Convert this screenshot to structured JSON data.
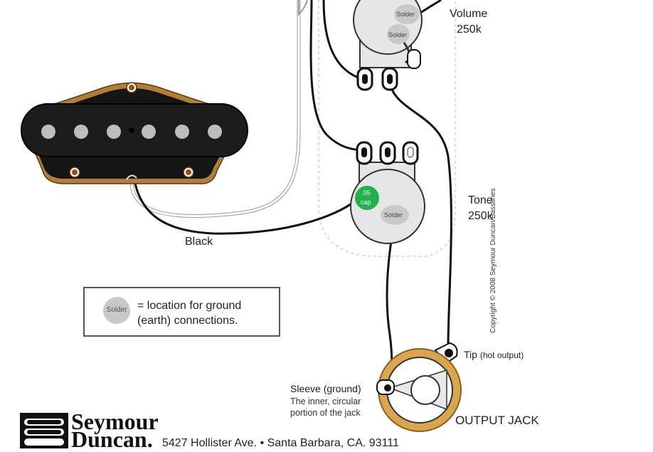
{
  "labels": {
    "volume": "Volume",
    "volume_value": "250k",
    "tone": "Tone",
    "tone_value": "250k",
    "black_wire": "Black",
    "cap": ".05\ncap",
    "cap_line1": ".05",
    "cap_line2": "cap",
    "solder": "Solder",
    "tip": "Tip",
    "tip_note": "(hot output)",
    "sleeve": "Sleeve (ground)",
    "sleeve_note_line1": "The inner, circular",
    "sleeve_note_line2": "portion of the jack",
    "output_jack": "OUTPUT JACK"
  },
  "legend": {
    "blob_text": "Solder",
    "line1": "= location for ground",
    "line2": "(earth) connections."
  },
  "footer": {
    "brand_line1": "Seymour",
    "brand_line2": "Duncan.",
    "address": "5427 Hollister Ave. • Santa Barbara, CA. 93111",
    "copyright": "Copyright © 2008 Seymour Duncan/Basslines"
  },
  "colors": {
    "wire": "#111111",
    "pickup_body": "#1c1c1c",
    "pickup_plate": "#b07d3a",
    "pot_body": "#e6e6e6",
    "solder_blob": "#c9c9c9",
    "capacitor": "#22b14c",
    "jack_ring": "#d9a550"
  }
}
